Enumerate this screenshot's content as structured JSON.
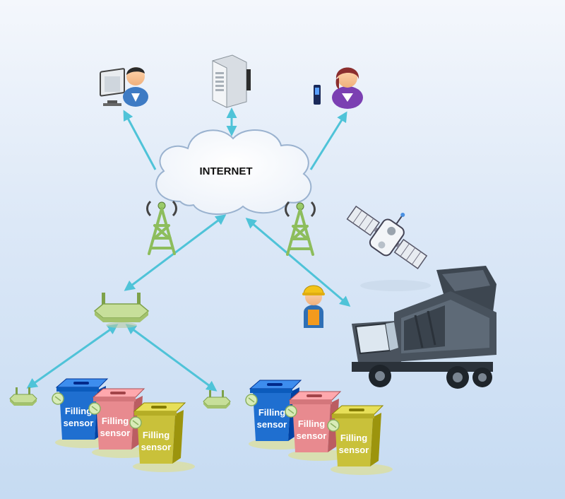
{
  "cloud": {
    "label": "INTERNET"
  },
  "bins": {
    "label_line1": "Filling",
    "label_line2": "sensor"
  },
  "colors": {
    "link": "#4fc3d8",
    "bin_blue": "#1f6fd0",
    "bin_red": "#e88a8f",
    "bin_yellow": "#c9c13a",
    "tower": "#9acb6a",
    "truck": "#3d4650"
  },
  "icons": {
    "user_desktop": "desktop-user-icon",
    "server": "server-icon",
    "user_mobile": "mobile-user-icon",
    "tower": "cell-tower-icon",
    "satellite": "satellite-icon",
    "router": "wireless-router-icon",
    "worker": "field-worker-icon",
    "truck": "garbage-truck-icon",
    "sensor_node": "sensor-node-icon"
  }
}
